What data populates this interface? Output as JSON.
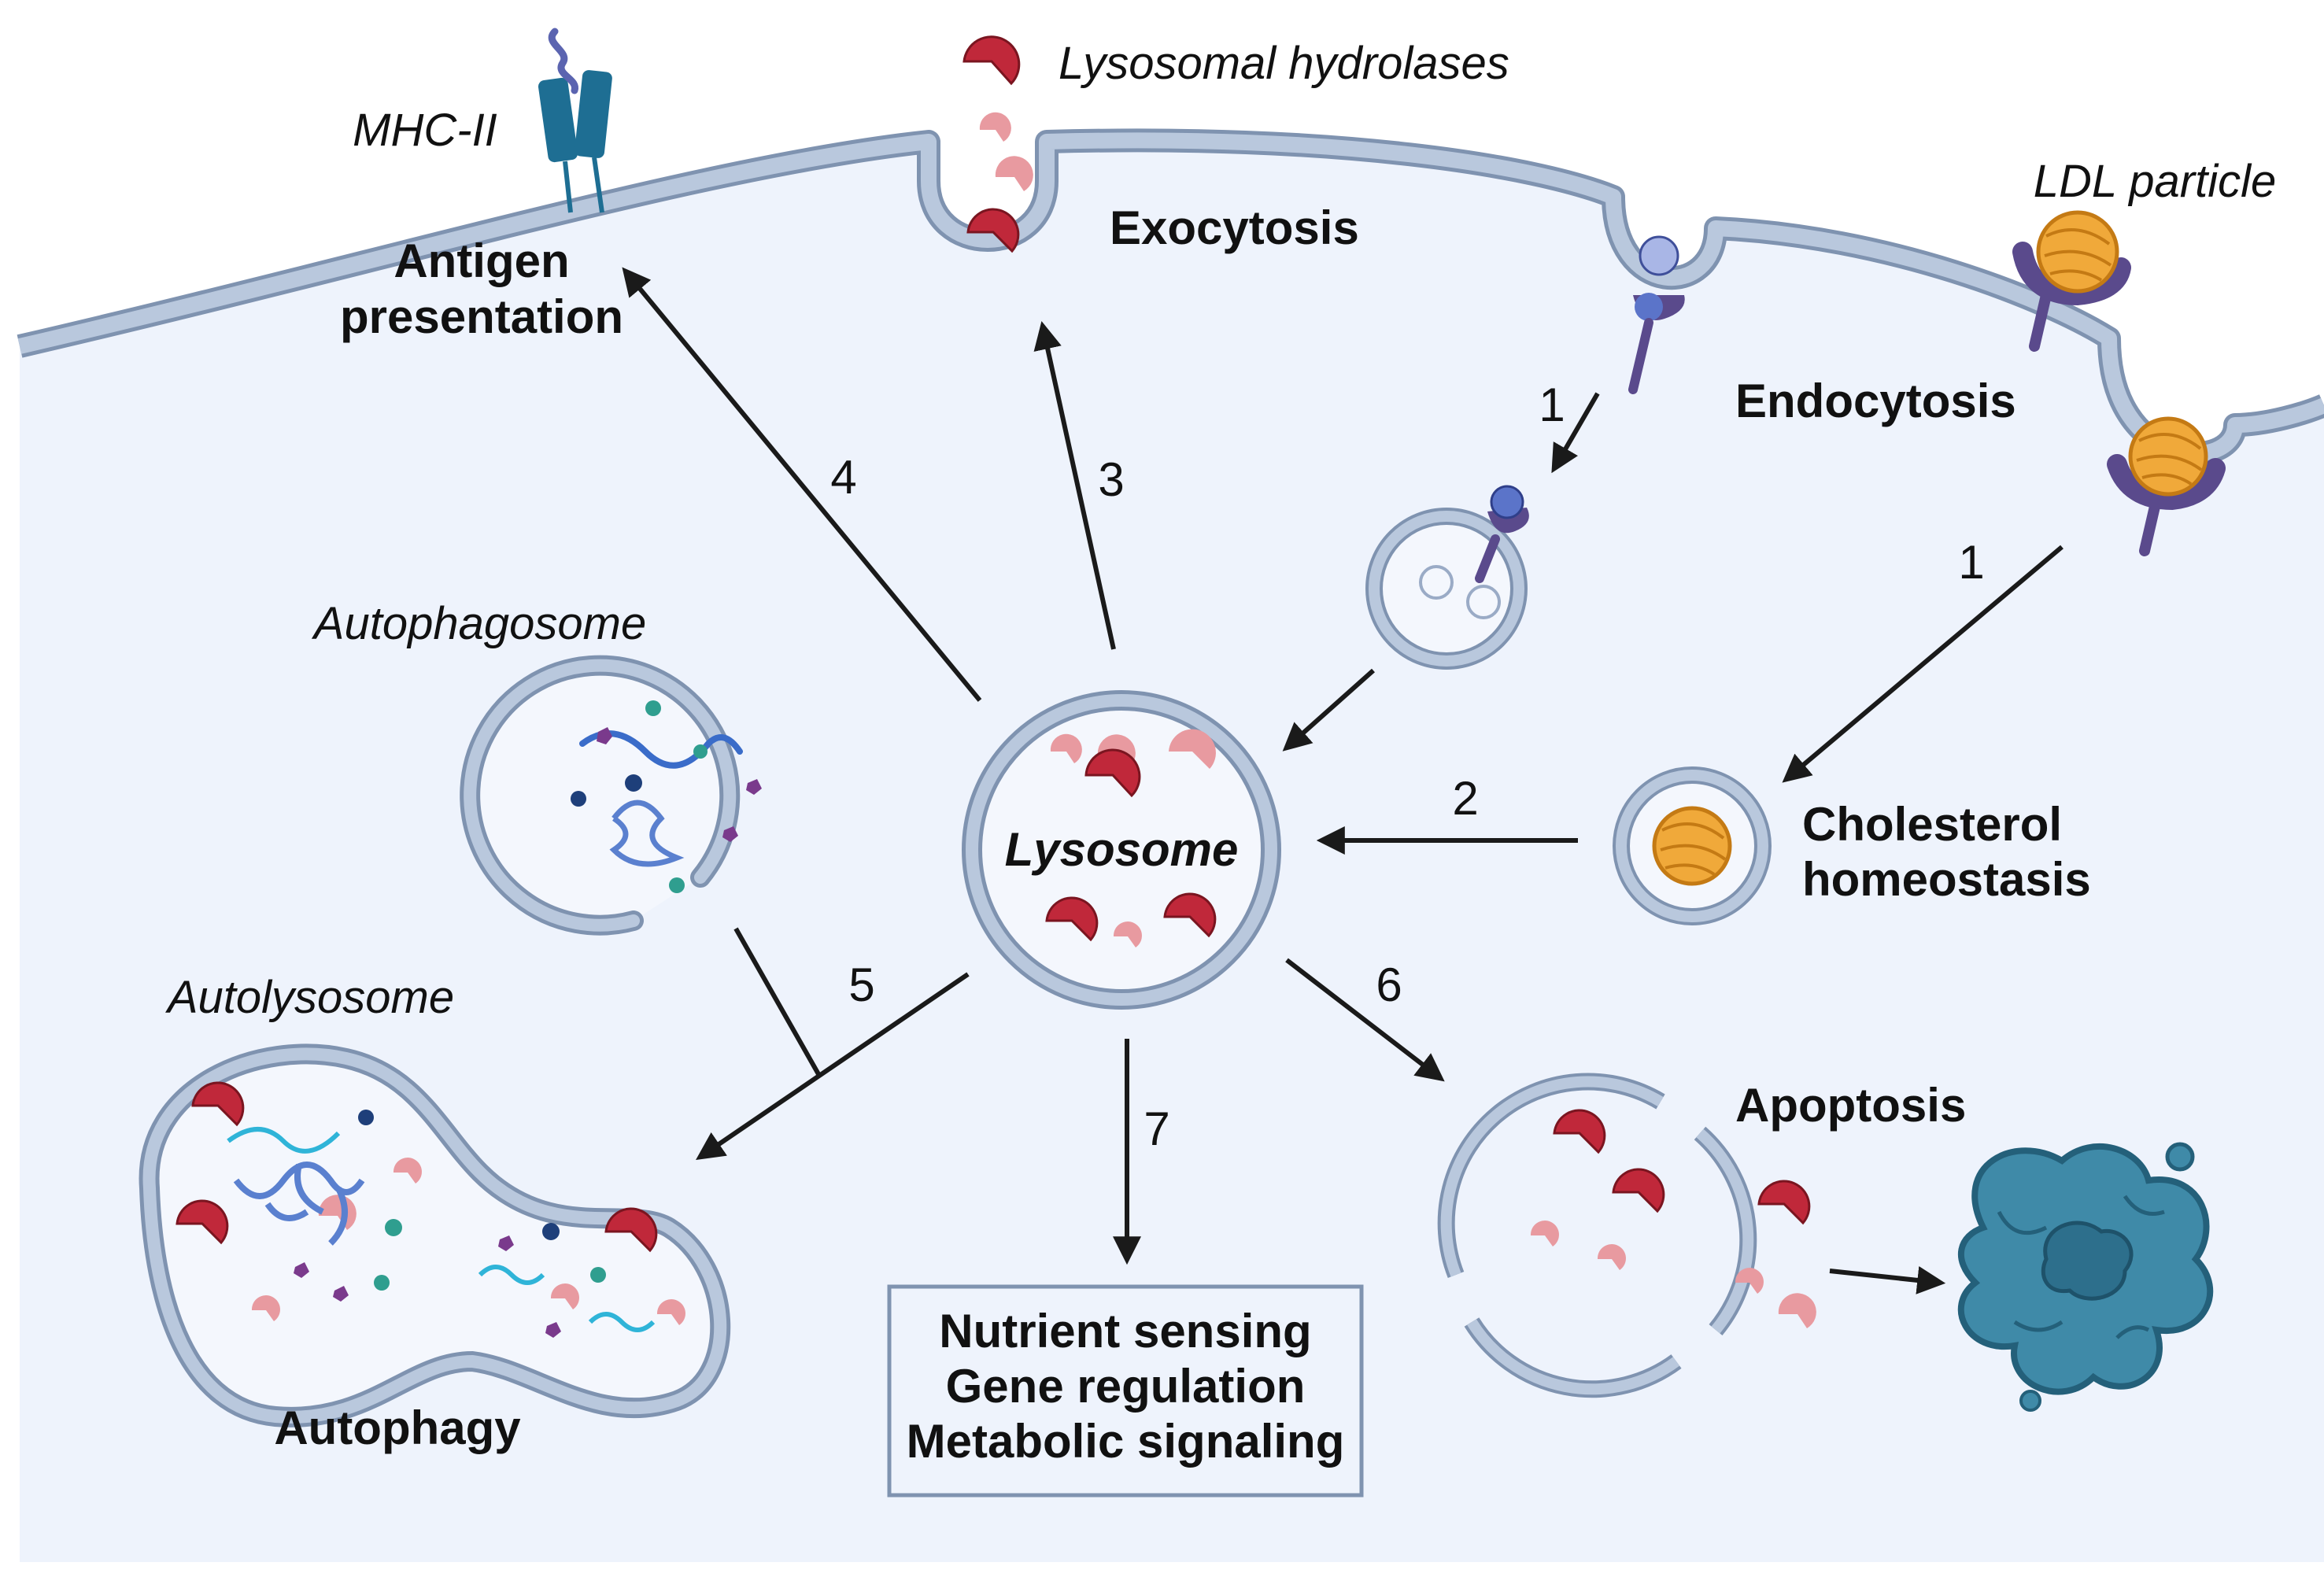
{
  "labels": {
    "mhc": "MHC-II",
    "hydrolases": "Lysosomal hydrolases",
    "ldl": "LDL particle",
    "antigen_1": "Antigen",
    "antigen_2": "presentation",
    "exocytosis": "Exocytosis",
    "endocytosis": "Endocytosis",
    "autophagosome": "Autophagosome",
    "lysosome": "Lysosome",
    "cholesterol_1": "Cholesterol",
    "cholesterol_2": "homeostasis",
    "autolysosome": "Autolysosome",
    "autophagy": "Autophagy",
    "apoptosis": "Apoptosis",
    "signaling_1": "Nutrient sensing",
    "signaling_2": "Gene regulation",
    "signaling_3": "Metabolic signaling"
  },
  "steps": {
    "s1a": "1",
    "s1b": "1",
    "s2": "2",
    "s3": "3",
    "s4": "4",
    "s5": "5",
    "s6": "6",
    "s7": "7"
  },
  "colors": {
    "cytoplasm": "#eef3fc",
    "membrane_fill": "#b9c8dd",
    "membrane_edge": "#7f93b0",
    "hydrolase_dark": "#c0283a",
    "hydrolase_light": "#e89aa0",
    "receptor": "#5a4a8c",
    "ldl": "#f0a93a",
    "mhc": "#1e6e93",
    "cell_debris": "#3f8aa8",
    "arrow": "#1a1a1a"
  }
}
